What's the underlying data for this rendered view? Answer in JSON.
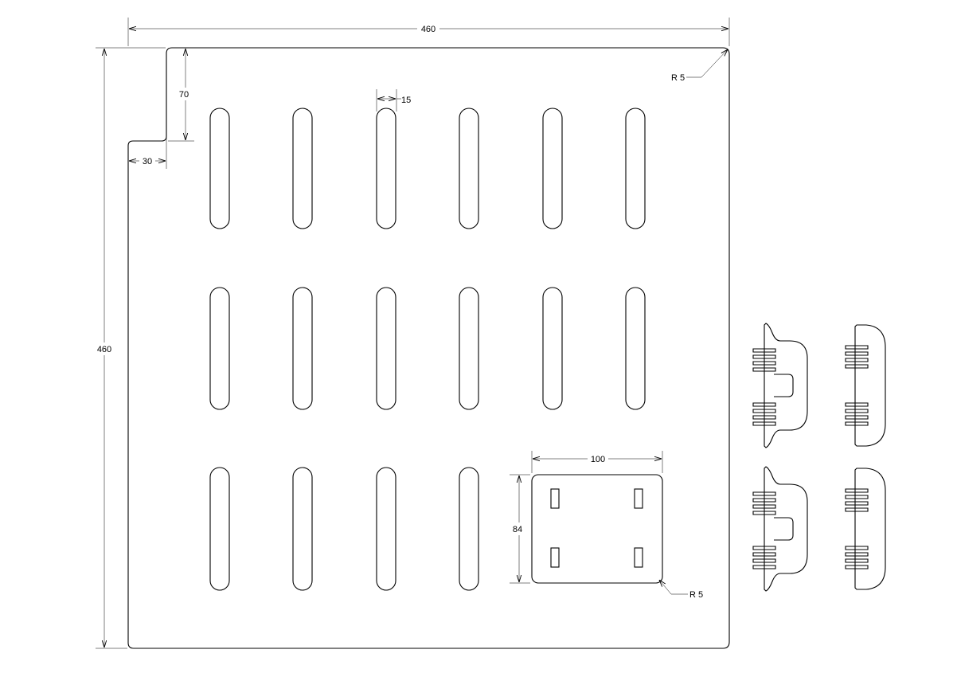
{
  "dimensions": {
    "overall_width": "460",
    "overall_height": "460",
    "notch_depth": "70",
    "notch_width": "30",
    "slot_width": "15",
    "corner_radius_top": "R 5",
    "insert_width": "100",
    "insert_height": "84",
    "insert_radius": "R 5"
  }
}
